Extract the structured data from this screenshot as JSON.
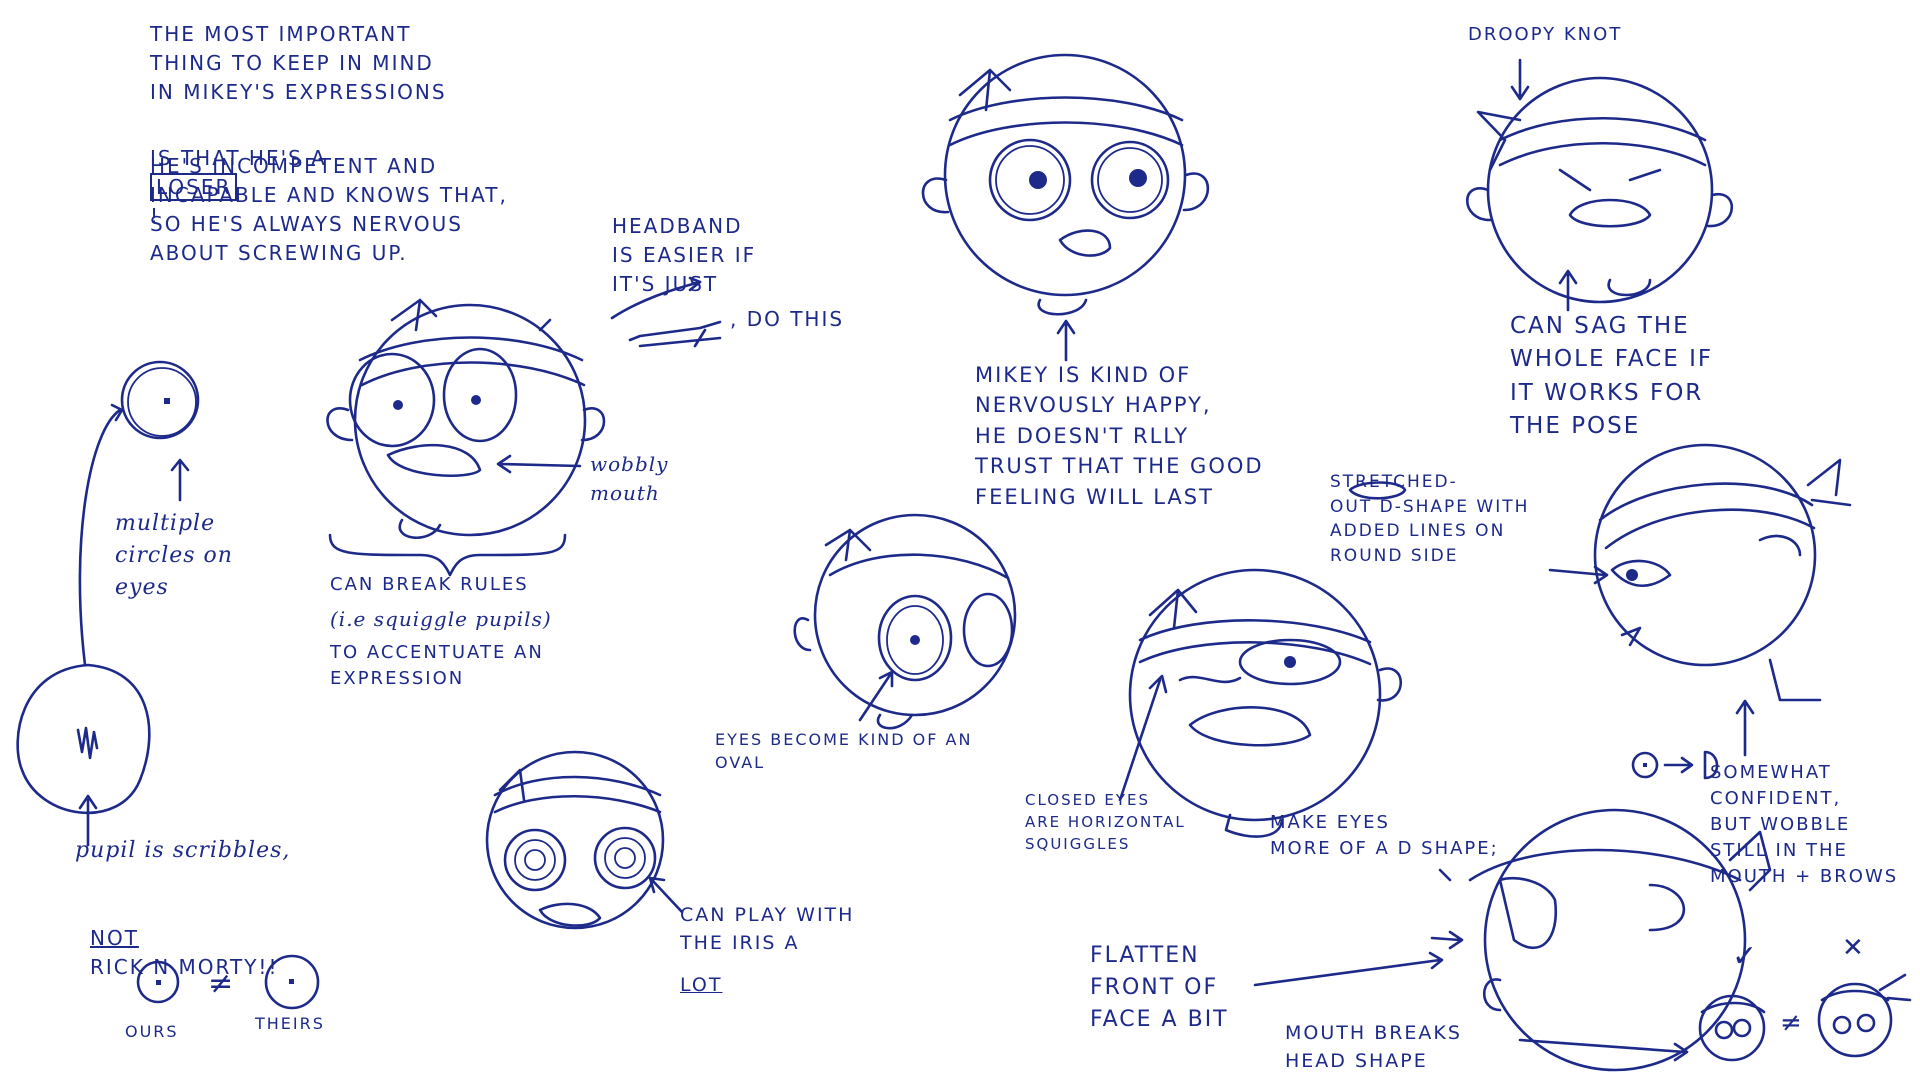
{
  "notes": {
    "intro_1": "THE MOST IMPORTANT\nTHING TO KEEP IN MIND\nIN MIKEY'S EXPRESSIONS",
    "intro_2a": "IS THAT HE'S A",
    "intro_loser": "LOSER",
    "intro_2b": "!",
    "intro_3": "HE'S INCOMPETENT AND\nINCAPABLE AND KNOWS THAT,\nSO HE'S ALWAYS NERVOUS\nABOUT SCREWING UP.",
    "headband": "HEADBAND\nIS EASIER IF\nIT'S JUST",
    "do_this": ", DO THIS",
    "wobbly": "wobbly\nmouth",
    "multiple_circles": "multiple\ncircles on\neyes",
    "break_rules_1": "CAN BREAK RULES",
    "break_rules_2": "(i.e squiggle pupils)",
    "break_rules_3": "TO ACCENTUATE AN\nEXPRESSION",
    "pupil_1": "pupil is scribbles,",
    "pupil_not": "NOT",
    "pupil_2": "RICK N MORTY!!",
    "ours": "OURS",
    "theirs": "THEIRS",
    "not_equal": "≠",
    "mikey_happy": "MIKEY IS KIND OF\nNERVOUSLY HAPPY,\nHE DOESN'T RLLY\nTRUST THAT THE GOOD\nFEELING WILL LAST",
    "oval_eyes": "EYES BECOME KIND OF AN\nOVAL",
    "play_iris_1": "CAN PLAY WITH\nTHE IRIS A",
    "play_iris_lot": "LOT",
    "closed_eyes": "CLOSED EYES\nARE HORIZONTAL\nSQUIGGLES",
    "droopy_knot": "DROOPY KNOT",
    "sag_face": "CAN SAG THE\nWHOLE FACE IF\nIT WORKS FOR\nTHE POSE",
    "stretched": "STRETCHED-\nOUT D-SHAPE WITH\nADDED LINES ON\nROUND SIDE",
    "d_shape": "MAKE EYES\nMORE OF A D SHAPE;",
    "somewhat": "SOMEWHAT\nCONFIDENT,\nBUT WOBBLE\nSTILL IN THE\nMOUTH + BROWS",
    "flatten": "FLATTEN\nFRONT OF\nFACE A BIT",
    "mouth_breaks": "MOUTH BREAKS\nHEAD SHAPE",
    "check": "✓",
    "cross": "✕"
  },
  "colors": {
    "ink": "#1d2a8a",
    "paper": "#ffffff"
  },
  "icons": [
    "face-sketch",
    "eye-sketch",
    "arrow",
    "brace",
    "headband"
  ]
}
